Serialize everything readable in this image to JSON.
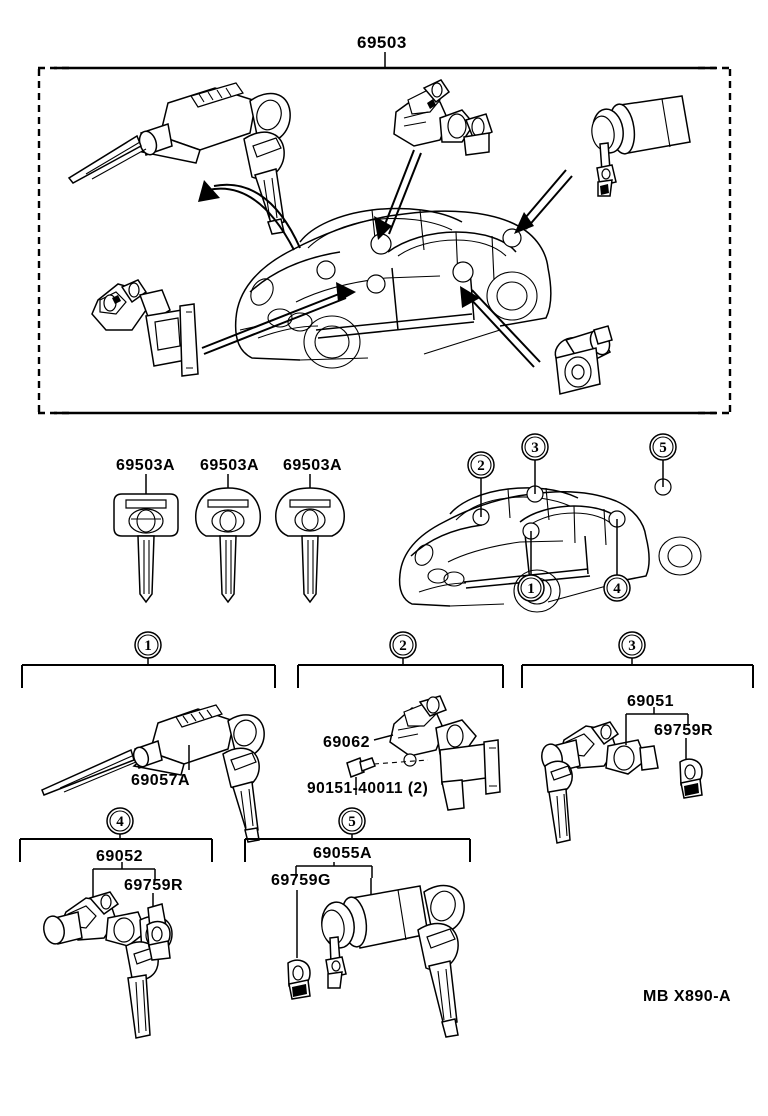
{
  "diagram": {
    "reference_code": "MB  X890-A",
    "main_assembly_label": "69503",
    "key_labels": [
      "69503A",
      "69503A",
      "69503A"
    ],
    "callouts": [
      "1",
      "2",
      "3",
      "4",
      "5"
    ],
    "panels": [
      {
        "number": "1",
        "parts": [
          "69057A"
        ]
      },
      {
        "number": "2",
        "parts": [
          "69062",
          "90151-40011 (2)"
        ]
      },
      {
        "number": "3",
        "parts": [
          "69051",
          "69759R"
        ]
      },
      {
        "number": "4",
        "parts": [
          "69052",
          "69759R"
        ]
      },
      {
        "number": "5",
        "parts": [
          "69055A",
          "69759G"
        ]
      }
    ],
    "car_callout_markers": [
      "1",
      "2",
      "3",
      "4",
      "5"
    ]
  }
}
